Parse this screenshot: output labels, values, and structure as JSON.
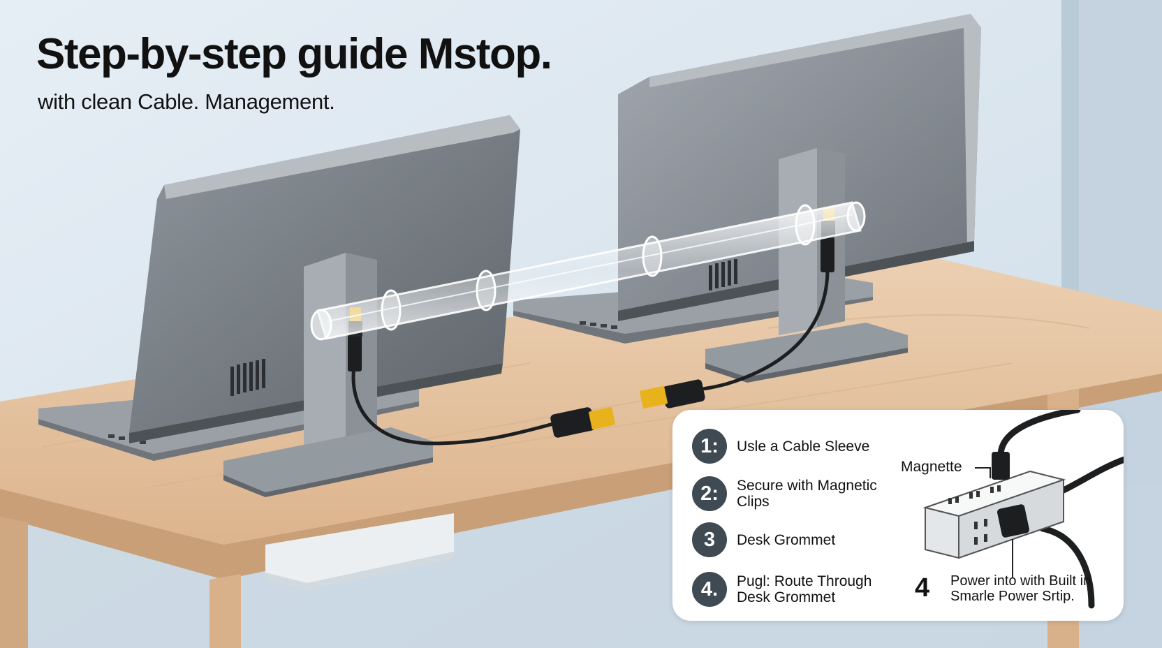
{
  "header": {
    "title": "Step-by-step guide Mstop.",
    "subtitle": "with clean Cable. Management."
  },
  "steps": [
    {
      "number": "1:",
      "label": "Usle a Cable Sleeve"
    },
    {
      "number": "2:",
      "label": "Secure with Magnetic Clips"
    },
    {
      "number": "3",
      "label": "Desk Grommet"
    },
    {
      "number": "4.",
      "label": "Pugl: Route Through Desk Grommet"
    }
  ],
  "power_strip": {
    "callout_label": "Magnette",
    "step_number": "4",
    "caption": "Power into with Built in Smarle Power Srtip."
  },
  "colors": {
    "wall": "#dde7ef",
    "desk": "#e7c7a6",
    "monitor": "#7b8188",
    "step_badge": "#3f4a53",
    "connector_gold": "#e8b21c"
  }
}
